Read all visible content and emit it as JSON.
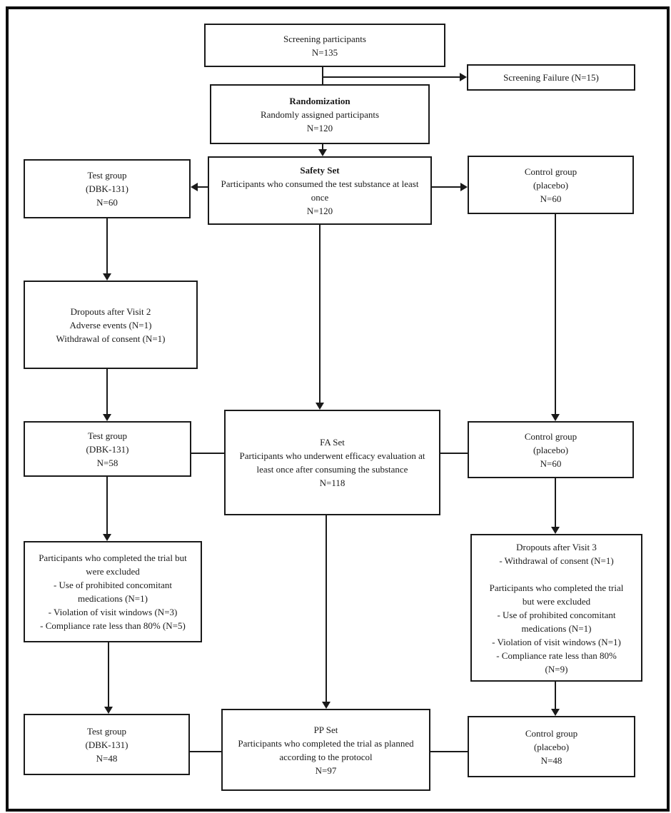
{
  "figure": {
    "colors": {
      "line": "#1a1a1a",
      "background": "#ffffff",
      "frame": "#0d0d0d"
    },
    "boxes": {
      "screening": {
        "lines": [
          "Screening participants",
          "N=135"
        ]
      },
      "screening_failure": {
        "lines": [
          "Screening Failure (N=15)"
        ]
      },
      "randomization": {
        "title": "Randomization",
        "lines": [
          "Randomly assigned participants",
          "N=120"
        ]
      },
      "safety_set": {
        "title": "Safety Set",
        "lines": [
          "Participants who consumed the test substance at least",
          "once",
          "N=120"
        ]
      },
      "test_group_safety": {
        "lines": [
          "Test group",
          "(DBK-131)",
          "N=60"
        ]
      },
      "control_group_safety": {
        "lines": [
          "Control group",
          "(placebo)",
          "N=60"
        ]
      },
      "dropouts_visit2": {
        "lines": [
          "Dropouts after Visit 2",
          "Adverse events (N=1)",
          "Withdrawal of consent (N=1)"
        ]
      },
      "test_group_fa": {
        "lines": [
          "Test group",
          "(DBK-131)",
          "N=58"
        ]
      },
      "fa_set": {
        "lines": [
          "FA Set",
          "Participants who underwent efficacy evaluation at",
          "least once after consuming the substance",
          "N=118"
        ]
      },
      "control_group_fa": {
        "lines": [
          "Control group",
          "(placebo)",
          "N=60"
        ]
      },
      "excluded_test": {
        "lines": [
          "Participants who completed the trial but",
          "were excluded",
          "- Use of prohibited concomitant",
          "medications (N=1)",
          "- Violation of visit windows (N=3)",
          "- Compliance rate less than 80% (N=5)"
        ]
      },
      "dropouts_visit3": {
        "lines": [
          "Dropouts after Visit 3",
          "- Withdrawal of consent (N=1)",
          "",
          "Participants who completed the trial",
          "but were excluded",
          "- Use of prohibited concomitant",
          "medications (N=1)",
          "- Violation of visit windows (N=1)",
          "- Compliance rate less than 80%",
          "(N=9)"
        ]
      },
      "test_group_pp": {
        "lines": [
          "Test group",
          "(DBK-131)",
          "N=48"
        ]
      },
      "pp_set": {
        "lines": [
          "PP Set",
          "Participants who completed the trial as planned",
          "according to the protocol",
          "N=97"
        ]
      },
      "control_group_pp": {
        "lines": [
          "Control group",
          "(placebo)",
          "N=48"
        ]
      }
    }
  }
}
